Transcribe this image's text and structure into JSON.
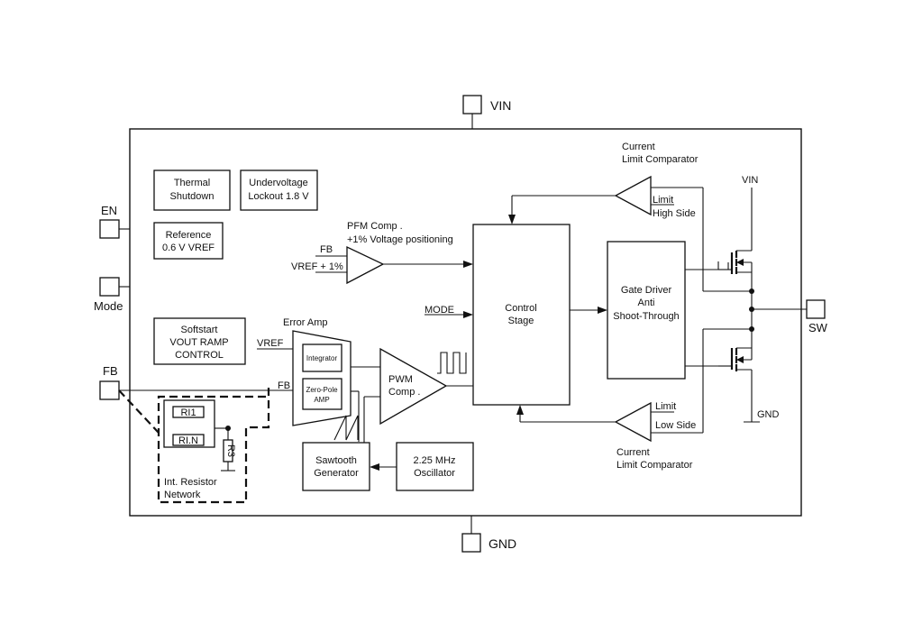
{
  "pins": {
    "vin": "VIN",
    "gnd": "GND",
    "en": "EN",
    "mode": "Mode",
    "fb": "FB",
    "sw": "SW"
  },
  "blocks": {
    "thermal": [
      "Thermal",
      "Shutdown"
    ],
    "undervoltage": [
      "Undervoltage",
      "Lockout 1.8 V"
    ],
    "reference": [
      "Reference",
      "0.6 V VREF"
    ],
    "softstart": [
      "Softstart",
      "VOUT RAMP",
      "CONTROL"
    ],
    "control": [
      "Control",
      "Stage"
    ],
    "gate_driver": [
      "Gate Driver",
      "Anti",
      "Shoot-Through"
    ],
    "sawtooth": [
      "Sawtooth",
      "Generator"
    ],
    "oscillator": [
      "2.25 MHz",
      "Oscillator"
    ]
  },
  "pfm": {
    "title": "PFM Comp .",
    "subtitle": "+1% Voltage positioning",
    "in_fb": "FB",
    "in_vref": "VREF + 1%"
  },
  "error_amp": {
    "title": "Error Amp",
    "in_vref": "VREF",
    "in_fb": "FB",
    "integrator": "Integrator",
    "zero_pole": [
      "Zero-Pole",
      "AMP"
    ]
  },
  "pwm": [
    "PWM",
    "Comp ."
  ],
  "mode_input": "MODE",
  "current_high": {
    "title": [
      "Current",
      "Limit Comparator"
    ],
    "limit": "Limit",
    "side": "High Side",
    "vin": "VIN"
  },
  "current_low": {
    "title": [
      "Current",
      "Limit Comparator"
    ],
    "limit": "Limit",
    "side": "Low Side",
    "gnd": "GND"
  },
  "resistors": {
    "r1": "RI1",
    "rn": "RI.N",
    "r3": "R3",
    "caption": [
      "Int. Resistor",
      "Network"
    ]
  }
}
